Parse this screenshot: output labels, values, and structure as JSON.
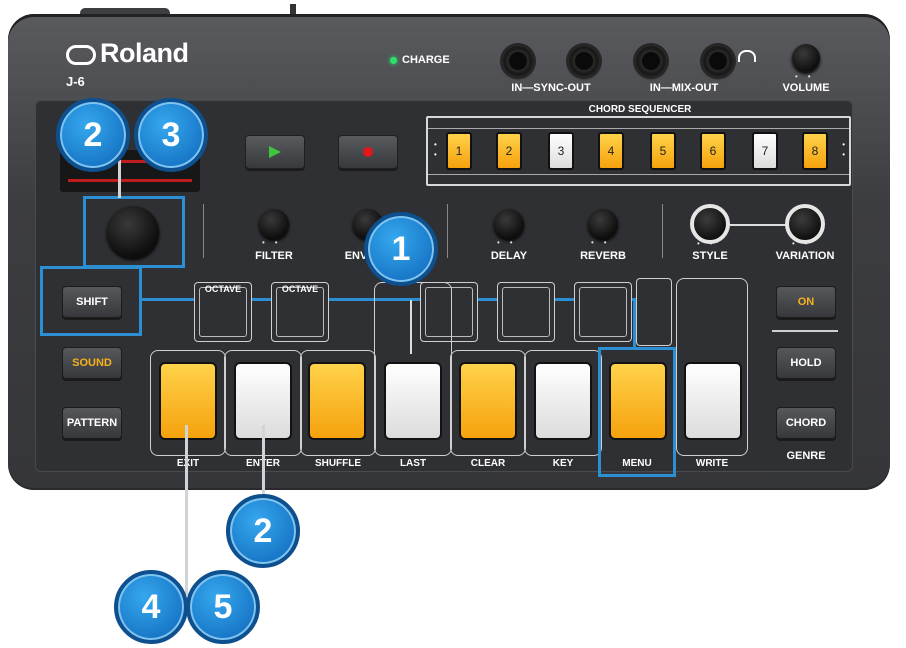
{
  "device": {
    "brand": "Roland",
    "model": "J-6",
    "charge_label": "CHARGE",
    "sync_label": "IN—SYNC-OUT",
    "mix_label": "IN—MIX-OUT",
    "volume_label": "VOLUME",
    "sequencer_title": "CHORD SEQUENCER",
    "sequencer_steps": [
      {
        "label": "1",
        "color": "yellow"
      },
      {
        "label": "2",
        "color": "yellow"
      },
      {
        "label": "3",
        "color": "white"
      },
      {
        "label": "4",
        "color": "yellow"
      },
      {
        "label": "5",
        "color": "yellow"
      },
      {
        "label": "6",
        "color": "yellow"
      },
      {
        "label": "7",
        "color": "white"
      },
      {
        "label": "8",
        "color": "yellow"
      }
    ],
    "knobs": {
      "filter": "FILTER",
      "env": "ENV",
      "delay": "DELAY",
      "reverb": "REVERB",
      "style": "STYLE",
      "variation": "VARIATION"
    },
    "left_buttons": {
      "shift": "SHIFT",
      "sound": "SOUND",
      "pattern": "PATTERN"
    },
    "right_buttons": {
      "on": "ON",
      "hold": "HOLD",
      "chord": "CHORD",
      "genre": "GENRE"
    },
    "octave_labels": [
      "OCTAVE",
      "OCTAVE"
    ],
    "keys": [
      {
        "label": "EXIT",
        "color": "yellow"
      },
      {
        "label": "ENTER",
        "color": "white"
      },
      {
        "label": "SHUFFLE",
        "color": "yellow"
      },
      {
        "label": "LAST",
        "color": "white"
      },
      {
        "label": "CLEAR",
        "color": "yellow"
      },
      {
        "label": "KEY",
        "color": "white"
      },
      {
        "label": "MENU",
        "color": "yellow"
      },
      {
        "label": "WRITE",
        "color": "white"
      }
    ]
  },
  "callouts": {
    "b1": "1",
    "b2_top": "2",
    "b3": "3",
    "b2_bottom": "2",
    "b4": "4",
    "b5": "5"
  },
  "colors": {
    "callout_blue": "#2c8fd4",
    "key_yellow": "#f5a20c",
    "sound_text": "#f5b21c",
    "charge_led": "#2ee06a",
    "play_green": "#3ec43e",
    "rec_red": "#e01818"
  }
}
